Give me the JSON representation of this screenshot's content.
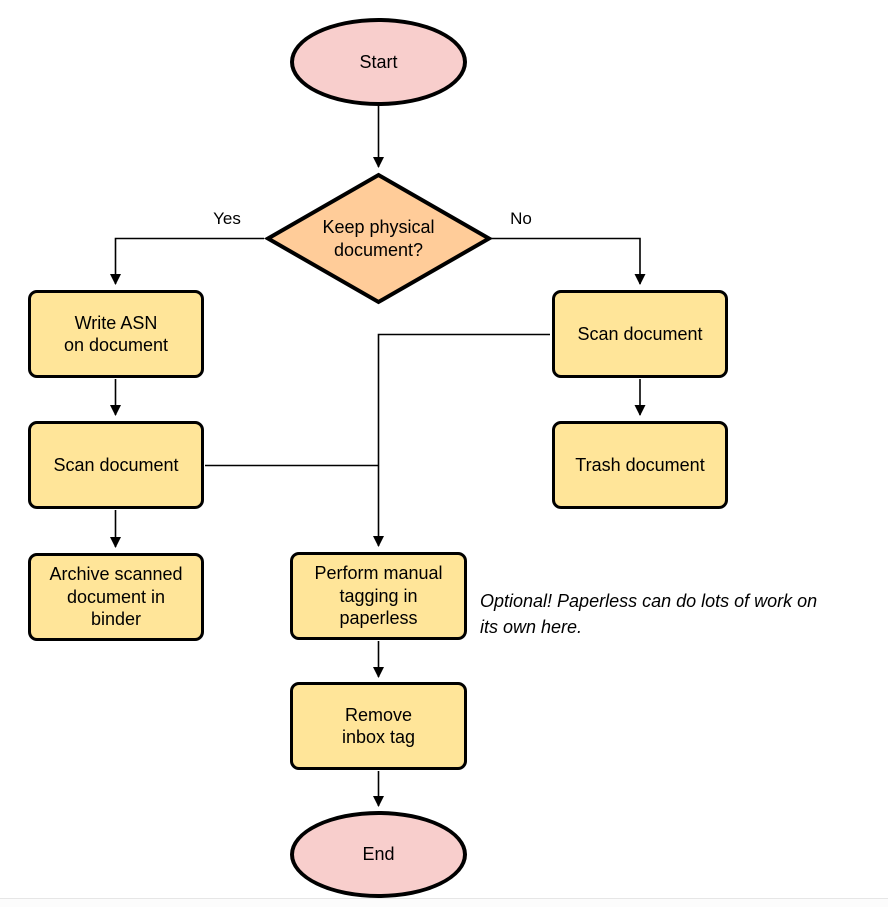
{
  "diagram_type": "flowchart",
  "colors": {
    "terminator_fill": "#f8cecc",
    "decision_fill": "#ffcc99",
    "process_fill": "#ffe599",
    "stroke": "#000000",
    "background": "#ffffff"
  },
  "nodes": {
    "start": {
      "label": "Start",
      "shape": "terminator"
    },
    "decision": {
      "lines": [
        "Keep physical",
        "document?"
      ],
      "shape": "decision"
    },
    "write_asn": {
      "lines": [
        "Write ASN",
        "on document"
      ],
      "shape": "process"
    },
    "scan_left": {
      "label": "Scan document",
      "shape": "process"
    },
    "archive": {
      "lines": [
        "Archive scanned",
        "document in",
        "binder"
      ],
      "shape": "process"
    },
    "scan_right": {
      "label": "Scan document",
      "shape": "process"
    },
    "trash": {
      "label": "Trash document",
      "shape": "process"
    },
    "perform_tagging": {
      "lines": [
        "Perform manual",
        "tagging in",
        "paperless"
      ],
      "shape": "process"
    },
    "remove_inbox": {
      "lines": [
        "Remove",
        "inbox tag"
      ],
      "shape": "process"
    },
    "end": {
      "label": "End",
      "shape": "terminator"
    }
  },
  "edge_labels": {
    "yes": "Yes",
    "no": "No"
  },
  "note": {
    "lines": [
      "Optional! Paperless can do lots of work on",
      "its own here."
    ]
  }
}
